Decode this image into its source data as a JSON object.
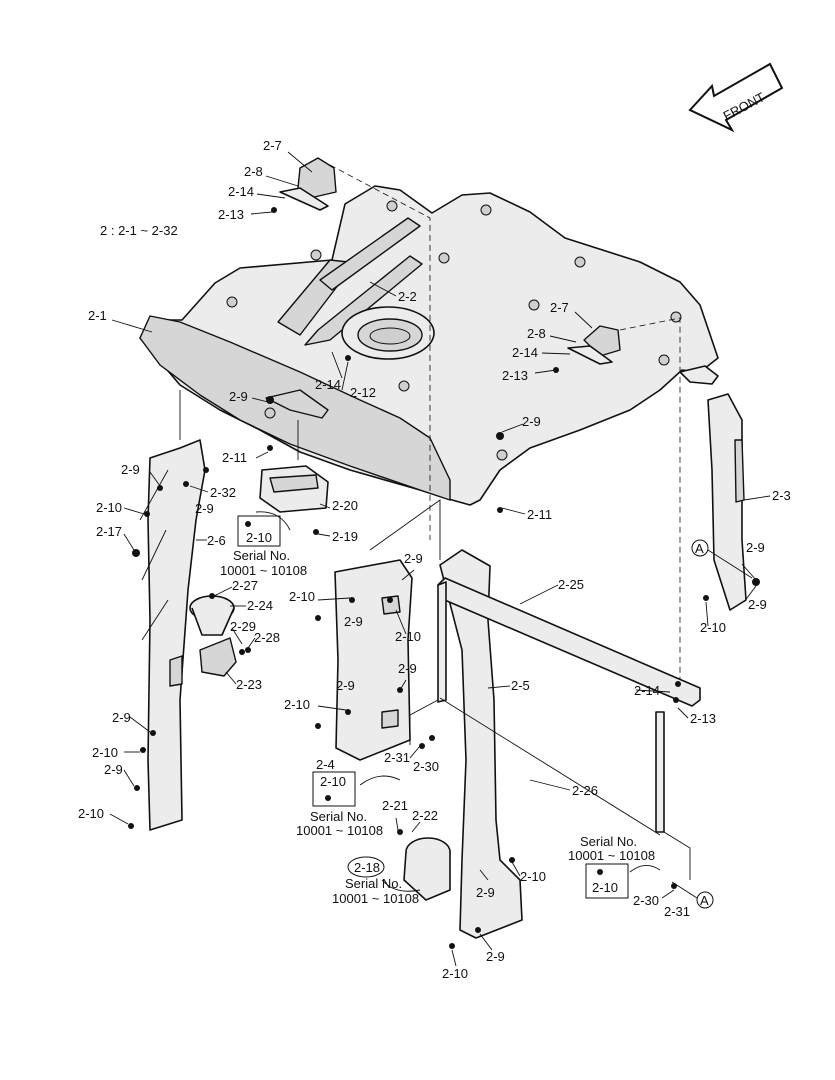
{
  "front_label": "FRONT",
  "range_note": "2 : 2-1 ~ 2-32",
  "serial_notes": [
    {
      "part": "2-10",
      "title": "Serial No.",
      "range": "10001 ~ 10108"
    },
    {
      "part": "2-10",
      "title": "Serial No.",
      "range": "10001 ~ 10108"
    },
    {
      "part": "2-18",
      "title": "Serial No.",
      "range": "10001 ~ 10108"
    },
    {
      "part": "2-10",
      "title": "Serial No.",
      "range": "10001 ~ 10108"
    }
  ],
  "callouts": {
    "c2_1": "2-1",
    "c2_2": "2-2",
    "c2_3": "2-3",
    "c2_4": "2-4",
    "c2_5": "2-5",
    "c2_6": "2-6",
    "c2_7": "2-7",
    "c2_8": "2-8",
    "c2_9": "2-9",
    "c2_10": "2-10",
    "c2_11": "2-11",
    "c2_12": "2-12",
    "c2_13": "2-13",
    "c2_14": "2-14",
    "c2_17": "2-17",
    "c2_19": "2-19",
    "c2_20": "2-20",
    "c2_21": "2-21",
    "c2_22": "2-22",
    "c2_23": "2-23",
    "c2_24": "2-24",
    "c2_25": "2-25",
    "c2_26": "2-26",
    "c2_27": "2-27",
    "c2_28": "2-28",
    "c2_29": "2-29",
    "c2_30": "2-30",
    "c2_31": "2-31",
    "c2_32": "2-32"
  },
  "ref_marker": "A"
}
